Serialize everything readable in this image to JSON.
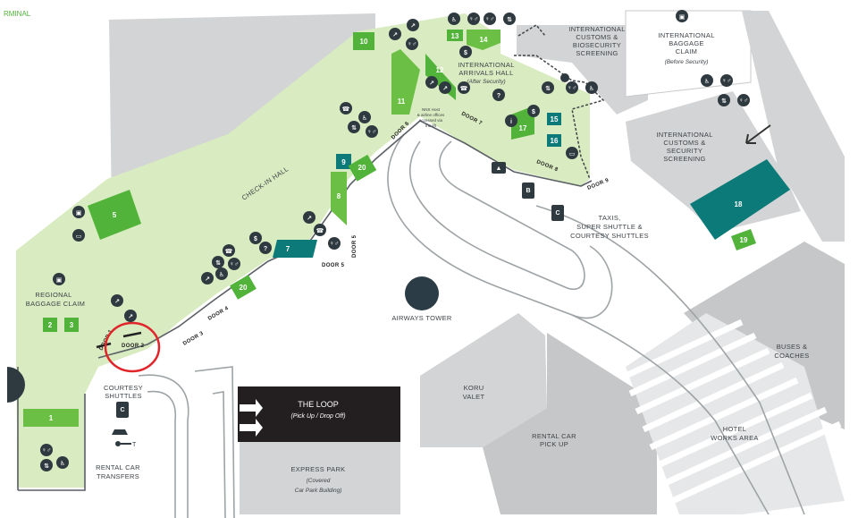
{
  "colors": {
    "building_gray": "#d3d4d5",
    "pale_green": "#d9ebc0",
    "green": "#6cbf45",
    "bright_green": "#52b33a",
    "teal": "#0c7a78",
    "dark": "#2f3a40",
    "highlight_red": "#e0252b",
    "loop_black": "#231f20",
    "tower": "#2b3c47"
  },
  "labels": {
    "terminal": "RMINAL",
    "check_in_hall": "CHECK-IN HALL",
    "regional_baggage": [
      "REGIONAL",
      "BAGGAGE CLAIM"
    ],
    "international_arrivals": [
      "INTERNATIONAL",
      "ARRIVALS HALL"
    ],
    "after_security": "(After Security)",
    "intl_customs_bio": [
      "INTERNATIONAL",
      "CUSTOMS &",
      "BIOSECURITY",
      "SCREENING"
    ],
    "intl_baggage": [
      "INTERNATIONAL",
      "BAGGAGE",
      "CLAIM"
    ],
    "before_security": "(Before Security)",
    "intl_customs_sec": [
      "INTERNATIONAL",
      "CUSTOMS &",
      "SECURITY",
      "SCREENING"
    ],
    "nns_note": [
      "NNS Host",
      "& airline offices",
      "accessed via",
      "the lift"
    ],
    "taxis": [
      "TAXIS,",
      "SUPER SHUTTLE &",
      "COURTESY SHUTTLES"
    ],
    "airways_tower": "AIRWAYS TOWER",
    "courtesy_shuttles": [
      "COURTESY",
      "SHUTTLES"
    ],
    "rental_transfers": [
      "RENTAL CAR",
      "TRANSFERS"
    ],
    "the_loop": "THE LOOP",
    "the_loop_sub": "(Pick Up / Drop Off)",
    "express_park": "EXPRESS PARK",
    "express_park_sub": [
      "(Covered",
      "Car Park Building)"
    ],
    "koru_valet": [
      "KORU",
      "VALET"
    ],
    "rental_pickup": [
      "RENTAL CAR",
      "PICK UP"
    ],
    "buses": [
      "BUSES &",
      "COACHES"
    ],
    "hotel": [
      "HOTEL",
      "WORKS AREA"
    ]
  },
  "doors": [
    "DOOR 1",
    "DOOR 2",
    "DOOR 3",
    "DOOR 4",
    "DOOR 5",
    "DOOR 5",
    "DOOR 6",
    "DOOR 7",
    "DOOR 8",
    "DOOR 9"
  ],
  "zones": [
    "1",
    "2",
    "3",
    "5",
    "7",
    "8",
    "9",
    "10",
    "11",
    "12",
    "13",
    "14",
    "15",
    "16",
    "17",
    "18",
    "19",
    "20",
    "20"
  ],
  "icons": [
    "toilets",
    "accessible",
    "baby-change",
    "currency",
    "info",
    "atm",
    "lift",
    "phone",
    "escalator",
    "baggage",
    "taxi",
    "bus",
    "shuttle",
    "car",
    "key"
  ],
  "icon_glyphs": {
    "currency": "$",
    "info": "?",
    "info_i": "i",
    "lift": "⇅",
    "phone": "☎",
    "accessible": "♿",
    "toilets": "♀♂",
    "atm": "▭",
    "escalator": "↗",
    "baggage": "▣",
    "bus": "B",
    "shuttle": "C",
    "taxi": "▲",
    "key": "♀"
  }
}
